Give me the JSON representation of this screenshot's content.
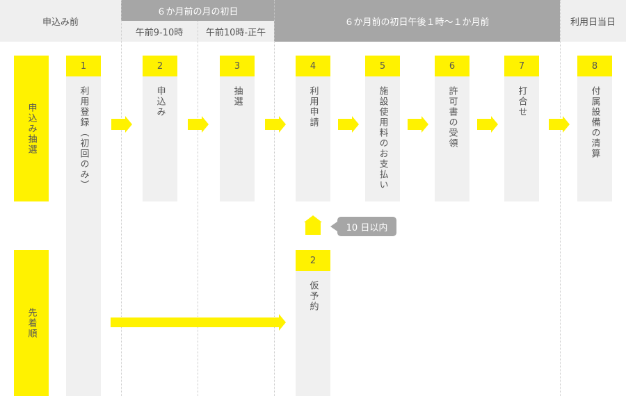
{
  "header": {
    "before": "申込み前",
    "six_month_first_day": "６か月前の月の初日",
    "slot_9_10": "午前9-10時",
    "slot_10_noon": "午前10時-正午",
    "after_1pm": "６か月前の初日午後１時～１か月前",
    "use_day": "利用日当日"
  },
  "rows": {
    "lottery": "申込み抽選",
    "first_come": "先着順"
  },
  "steps": [
    {
      "num": "1",
      "label": "利用登録（初回のみ）"
    },
    {
      "num": "2",
      "label": "申込み"
    },
    {
      "num": "3",
      "label": "抽選"
    },
    {
      "num": "4",
      "label": "利用申請"
    },
    {
      "num": "5",
      "label": "施設使用料のお支払い"
    },
    {
      "num": "6",
      "label": "許可書の受領"
    },
    {
      "num": "7",
      "label": "打合せ"
    },
    {
      "num": "8",
      "label": "付属設備の清算"
    }
  ],
  "provisional": {
    "num": "2",
    "label": "仮予約"
  },
  "note": "10 日以内",
  "colors": {
    "accent": "#fff200",
    "header_gray": "#a6a6a6",
    "light_gray": "#efefef"
  }
}
